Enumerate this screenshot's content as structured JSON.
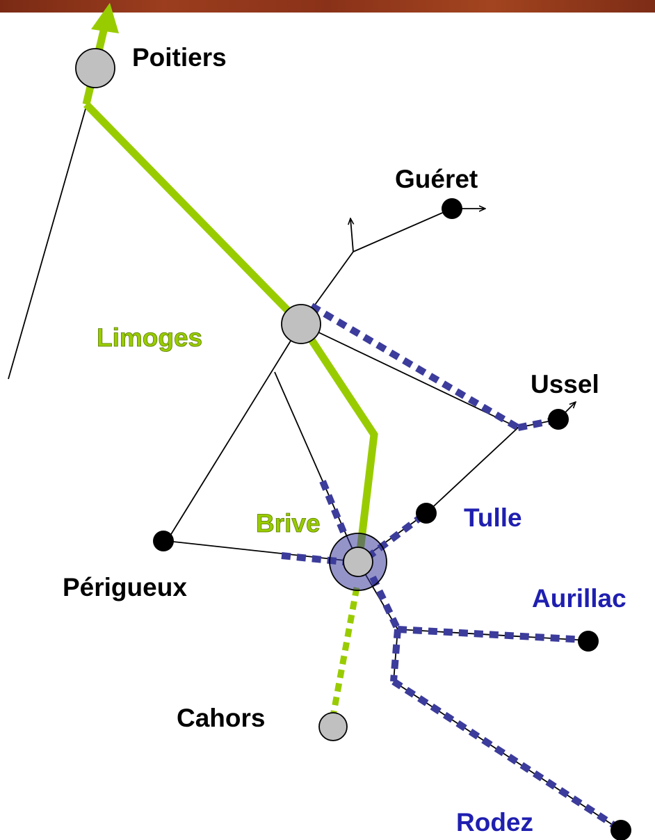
{
  "colors": {
    "main_line": "#99cc00",
    "secondary_line": "#3c3c9c",
    "plain_line": "#000000",
    "hub_fill": "#c0c0c0",
    "node_fill": "#000000",
    "hub_ring": "#8a8ad0",
    "banner": "#8a3219"
  },
  "cities": {
    "poitiers": "Poitiers",
    "gueret": "Guéret",
    "limoges": "Limoges",
    "ussel": "Ussel",
    "brive": "Brive",
    "tulle": "Tulle",
    "perigueux": "Périgueux",
    "aurillac": "Aurillac",
    "cahors": "Cahors",
    "rodez": "Rodez"
  }
}
